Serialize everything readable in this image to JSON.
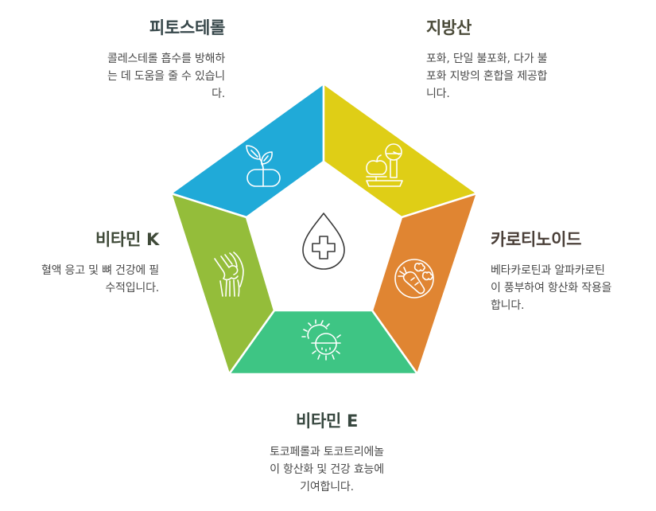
{
  "diagram": {
    "type": "pentagon-cycle",
    "center": {
      "icon": "blood-drop-medical-cross-icon",
      "stroke_color": "#3a3a3a"
    },
    "segments": [
      {
        "id": "phytosterol",
        "title": "피토스테롤",
        "description": "콜레스테롤 흡수를 방해하는 데 도움을 줄 수 있습니다.",
        "color": "#20aad8",
        "icon": "sprout-capsule-icon",
        "label_position": "top-left"
      },
      {
        "id": "fatty-acids",
        "title": "지방산",
        "description": "포화, 단일 불포화, 다가 불포화 지방의 혼합을 제공합니다.",
        "color": "#dfce16",
        "icon": "apple-on-scale-icon",
        "label_position": "top-right"
      },
      {
        "id": "carotenoids",
        "title": "카로티노이드",
        "description": "베타카로틴과 알파카로틴이 풍부하여 항산화 작용을 합니다.",
        "color": "#e08532",
        "icon": "carrot-broccoli-plate-icon",
        "label_position": "right"
      },
      {
        "id": "vitamin-e",
        "title": "비타민 E",
        "description": "토코페롤과 토코트리에놀이 항산화 및 건강 효능에 기여합니다.",
        "color": "#3ec584",
        "icon": "sun-skin-protection-icon",
        "label_position": "bottom"
      },
      {
        "id": "vitamin-k",
        "title": "비타민 K",
        "description": "혈액 응고 및 뼈 건강에 필수적입니다.",
        "color": "#94bd3a",
        "icon": "knee-bone-joint-icon",
        "label_position": "left"
      }
    ]
  },
  "labels": {
    "phytosterol": {
      "title": "피토스테롤",
      "lines": [
        "콜레스테롤 흡수를 방해하",
        "는 데 도움을 줄 수 있습니",
        "다."
      ]
    },
    "fatty_acids": {
      "title": "지방산",
      "lines": [
        "포화, 단일 불포화, 다가 불",
        "포화 지방의 혼합을 제공합",
        "니다."
      ]
    },
    "carotenoids": {
      "title": "카로티노이드",
      "lines": [
        "베타카로틴과 알파카로틴",
        "이 풍부하여 항산화 작용을",
        "합니다."
      ]
    },
    "vitamin_k": {
      "title": "비타민 K",
      "lines": [
        "혈액 응고 및 뼈 건강에 필",
        "수적입니다."
      ]
    },
    "vitamin_e": {
      "title": "비타민 E",
      "lines": [
        "토코페롤과 토코트리에놀",
        "이 항산화 및 건강 효능에",
        "기여합니다."
      ]
    }
  }
}
